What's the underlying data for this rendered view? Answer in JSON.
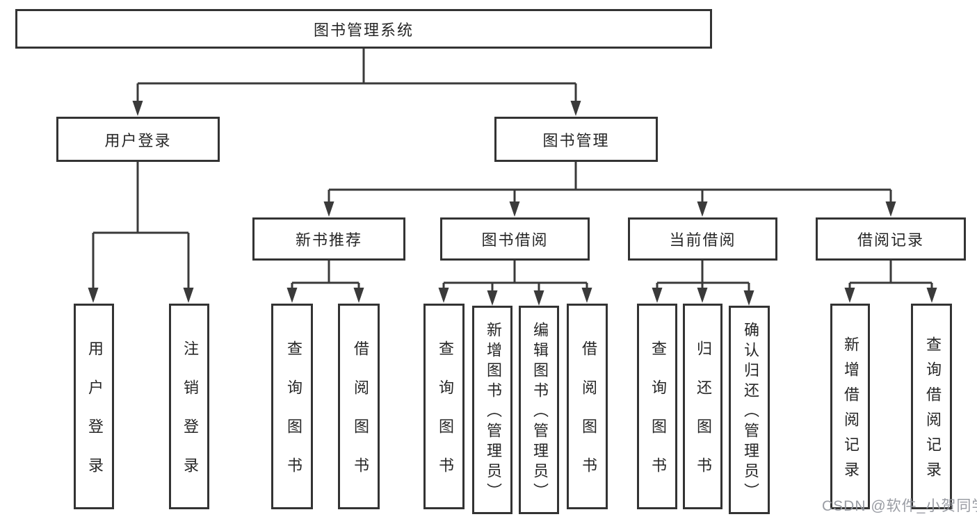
{
  "diagram": {
    "root": {
      "label": "图书管理系统"
    },
    "level2": [
      {
        "id": "user-login",
        "label": "用户登录"
      },
      {
        "id": "book-management",
        "label": "图书管理"
      }
    ],
    "level3": [
      {
        "id": "new-book-recommend",
        "label": "新书推荐",
        "parent": "图书管理"
      },
      {
        "id": "book-borrowing",
        "label": "图书借阅",
        "parent": "图书管理"
      },
      {
        "id": "current-borrowing",
        "label": "当前借阅",
        "parent": "图书管理"
      },
      {
        "id": "borrow-records",
        "label": "借阅记录",
        "parent": "图书管理"
      }
    ],
    "leaves": [
      {
        "label": "用户登录",
        "parent": "用户登录"
      },
      {
        "label": "注销登录",
        "parent": "用户登录"
      },
      {
        "label": "查询图书",
        "parent": "新书推荐"
      },
      {
        "label": "借阅图书",
        "parent": "新书推荐"
      },
      {
        "label": "查询图书",
        "parent": "图书借阅"
      },
      {
        "label": "新增图书（管理员）",
        "parent": "图书借阅"
      },
      {
        "label": "编辑图书（管理员）",
        "parent": "图书借阅"
      },
      {
        "label": "借阅图书",
        "parent": "图书借阅"
      },
      {
        "label": "查询图书",
        "parent": "当前借阅"
      },
      {
        "label": "归还图书",
        "parent": "当前借阅"
      },
      {
        "label": "确认归还（管理员）",
        "parent": "当前借阅"
      },
      {
        "label": "新增借阅记录",
        "parent": "借阅记录"
      },
      {
        "label": "查询借阅记录",
        "parent": "借阅记录"
      }
    ],
    "watermark": "CSDN @软件_小贺同学",
    "colors": {
      "line": "#3a3a3a",
      "border": "#333333",
      "background": "#ffffff",
      "text": "#262626",
      "watermark": "#94979e"
    }
  }
}
